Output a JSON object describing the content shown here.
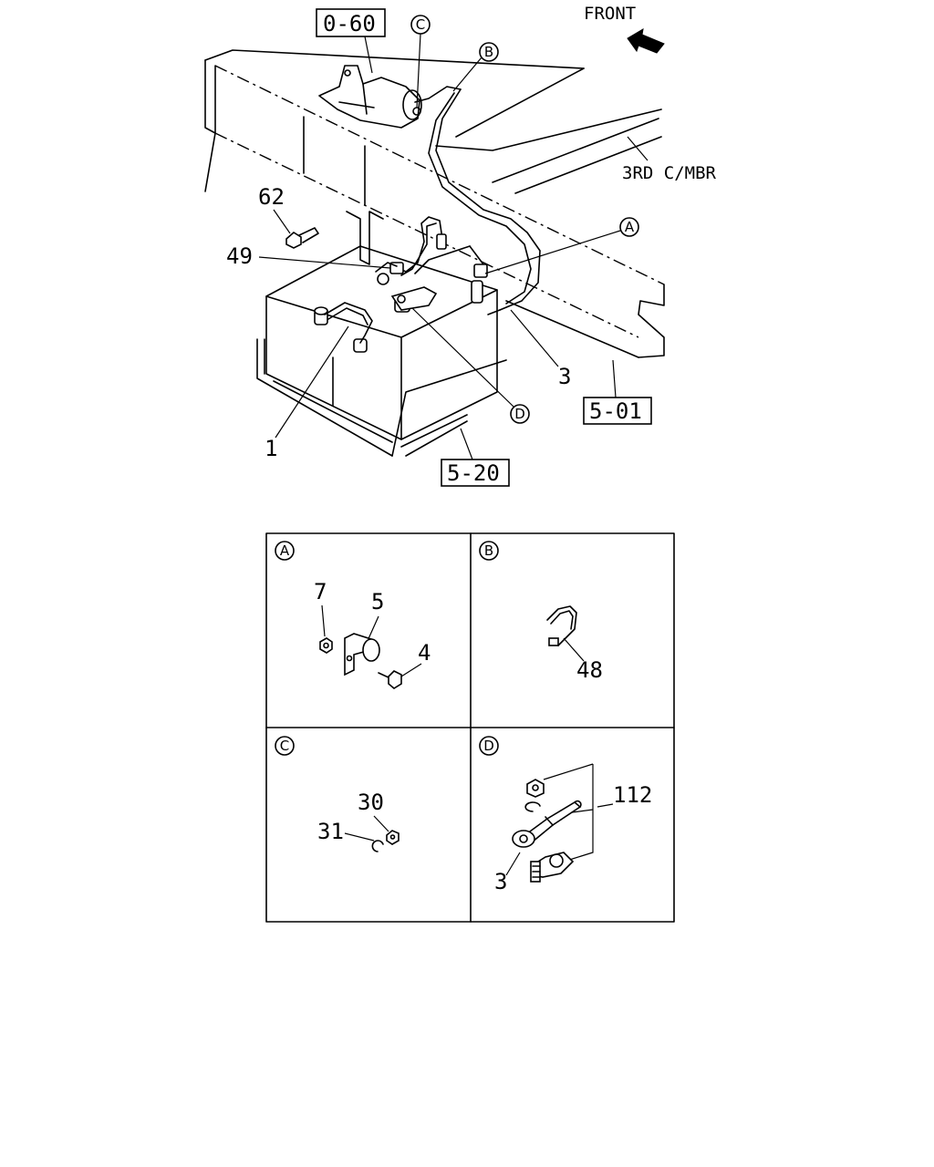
{
  "refs": {
    "r060": "0-60",
    "r501": "5-01",
    "r520": "5-20"
  },
  "front_label": "FRONT",
  "member_label": "3RD C/MBR",
  "callouts": {
    "a": "A",
    "b": "B",
    "c": "C",
    "d": "D"
  },
  "main_parts": {
    "p62": "62",
    "p49": "49",
    "p1": "1",
    "p3": "3"
  },
  "details": {
    "A": {
      "title": "A",
      "parts": [
        "7",
        "5",
        "4"
      ]
    },
    "B": {
      "title": "B",
      "parts": [
        "48"
      ]
    },
    "C": {
      "title": "C",
      "parts": [
        "30",
        "31"
      ]
    },
    "D": {
      "title": "D",
      "parts": [
        "112",
        "3"
      ]
    }
  }
}
